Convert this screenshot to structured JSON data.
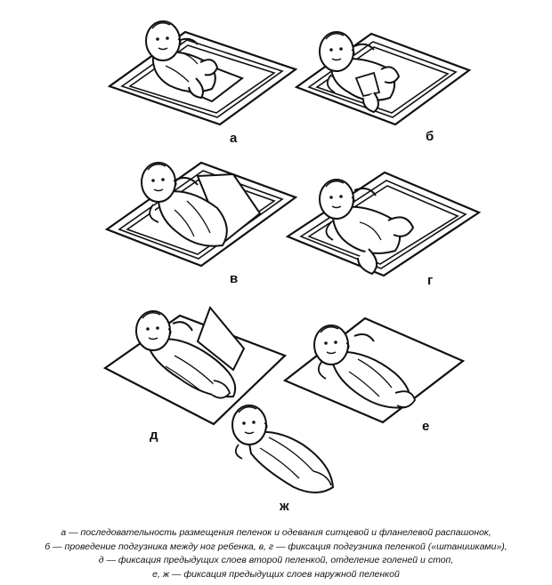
{
  "panels": [
    {
      "label": "а"
    },
    {
      "label": "б"
    },
    {
      "label": "в"
    },
    {
      "label": "г"
    },
    {
      "label": "д"
    },
    {
      "label": "е"
    },
    {
      "label": "ж"
    }
  ],
  "caption": [
    "а — последовательность размещения пеленок и одевания ситцевой и фланелевой распашонок,",
    "б — проведение подгузника между ног ребенка, в, г — фиксация подгузника пеленкой («штанишками»),",
    "д — фиксация предыдущих слоев второй пеленкой, отделение голеней и стоп,",
    "е, ж — фиксация предыдущих слоев наружной пеленкой"
  ],
  "colors": {
    "ink": "#111111",
    "background": "#ffffff"
  }
}
